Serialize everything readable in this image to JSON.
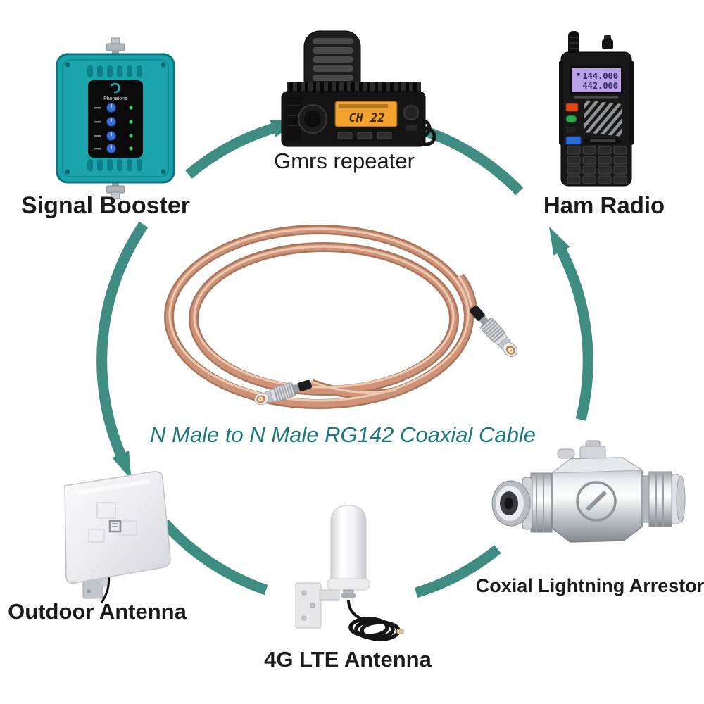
{
  "background": "#ffffff",
  "colors": {
    "arrow_teal": "#3E8C82",
    "caption_teal": "#19777D",
    "label_color": "#1B1B1B",
    "booster_body_teal": "#1BA4AB",
    "repeater_display_orange": "#F2A22E",
    "ham_display_purple": "#B9A2E6",
    "cable_copper": "#CD9277"
  },
  "center_cable": {
    "caption": "N Male to N Male RG142 Coaxial Cable"
  },
  "devices": {
    "signal_booster": {
      "label": "Signal Booster",
      "panel_brand": "Phonetone"
    },
    "gmrs_repeater": {
      "label": "Gmrs repeater",
      "display_text": "CH 22"
    },
    "ham_radio": {
      "label": "Ham Radio",
      "display_line1": "144.000",
      "display_line2": "442.000"
    },
    "outdoor_antenna": {
      "label": "Outdoor Antenna"
    },
    "lte_antenna": {
      "label": "4G LTE Antenna"
    },
    "lightning_arrestor": {
      "label": "Coxial Lightning Arrestor"
    }
  }
}
